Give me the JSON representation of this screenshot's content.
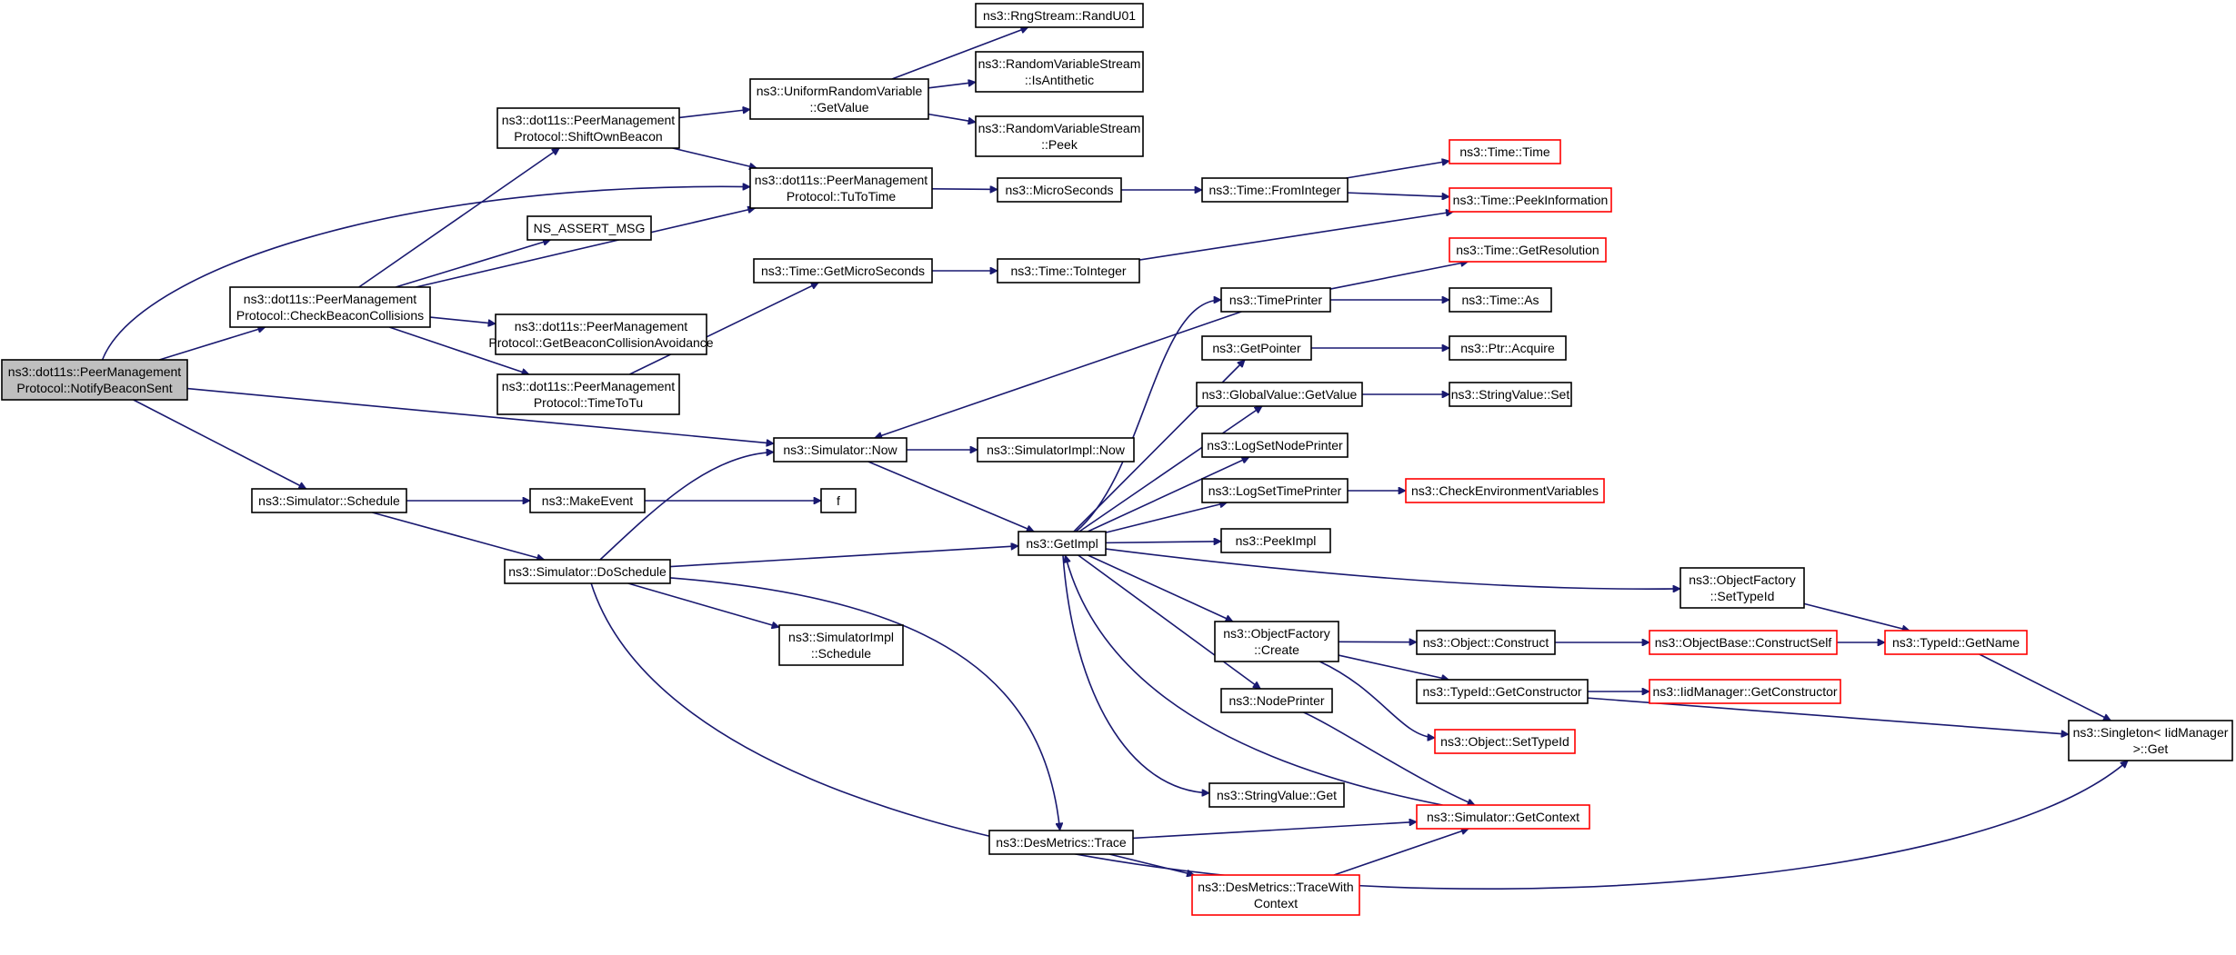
{
  "colors": {
    "edge": "#191970",
    "node_border": "#000000",
    "truncated_border": "#ff0000",
    "root_fill": "#bfbfbf"
  },
  "nodes": [
    {
      "id": "n_root",
      "lines": [
        "ns3::dot11s::PeerManagement",
        "Protocol::NotifyBeaconSent"
      ],
      "root": true
    },
    {
      "id": "n_check",
      "lines": [
        "ns3::dot11s::PeerManagement",
        "Protocol::CheckBeaconCollisions"
      ]
    },
    {
      "id": "n_shift",
      "lines": [
        "ns3::dot11s::PeerManagement",
        "Protocol::ShiftOwnBeacon"
      ]
    },
    {
      "id": "n_assert",
      "lines": [
        "NS_ASSERT_MSG"
      ]
    },
    {
      "id": "n_getbca",
      "lines": [
        "ns3::dot11s::PeerManagement",
        "Protocol::GetBeaconCollisionAvoidance"
      ]
    },
    {
      "id": "n_timetotu",
      "lines": [
        "ns3::dot11s::PeerManagement",
        "Protocol::TimeToTu"
      ]
    },
    {
      "id": "n_urv",
      "lines": [
        "ns3::UniformRandomVariable",
        "::GetValue"
      ]
    },
    {
      "id": "n_tutotime",
      "lines": [
        "ns3::dot11s::PeerManagement",
        "Protocol::TuToTime"
      ]
    },
    {
      "id": "n_randu01",
      "lines": [
        "ns3::RngStream::RandU01"
      ]
    },
    {
      "id": "n_isanti",
      "lines": [
        "ns3::RandomVariableStream",
        "::IsAntithetic"
      ]
    },
    {
      "id": "n_peek",
      "lines": [
        "ns3::RandomVariableStream",
        "::Peek"
      ]
    },
    {
      "id": "n_micro",
      "lines": [
        "ns3::MicroSeconds"
      ]
    },
    {
      "id": "n_frominteger",
      "lines": [
        "ns3::Time::FromInteger"
      ]
    },
    {
      "id": "n_timetime",
      "lines": [
        "ns3::Time::Time"
      ],
      "red": true
    },
    {
      "id": "n_peekinfo",
      "lines": [
        "ns3::Time::PeekInformation"
      ],
      "red": true
    },
    {
      "id": "n_getmicro",
      "lines": [
        "ns3::Time::GetMicroSeconds"
      ]
    },
    {
      "id": "n_tointeger",
      "lines": [
        "ns3::Time::ToInteger"
      ]
    },
    {
      "id": "n_getres",
      "lines": [
        "ns3::Time::GetResolution"
      ],
      "red": true
    },
    {
      "id": "n_timeprinter",
      "lines": [
        "ns3::TimePrinter"
      ]
    },
    {
      "id": "n_timeas",
      "lines": [
        "ns3::Time::As"
      ]
    },
    {
      "id": "n_getpointer",
      "lines": [
        "ns3::GetPointer"
      ]
    },
    {
      "id": "n_acquire",
      "lines": [
        "ns3::Ptr::Acquire"
      ]
    },
    {
      "id": "n_gvgetvalue",
      "lines": [
        "ns3::GlobalValue::GetValue"
      ]
    },
    {
      "id": "n_svset",
      "lines": [
        "ns3::StringValue::Set"
      ]
    },
    {
      "id": "n_lsnp",
      "lines": [
        "ns3::LogSetNodePrinter"
      ]
    },
    {
      "id": "n_lstp",
      "lines": [
        "ns3::LogSetTimePrinter"
      ]
    },
    {
      "id": "n_checkenv",
      "lines": [
        "ns3::CheckEnvironmentVariables"
      ],
      "red": true
    },
    {
      "id": "n_peekimpl",
      "lines": [
        "ns3::PeekImpl"
      ]
    },
    {
      "id": "n_now",
      "lines": [
        "ns3::Simulator::Now"
      ]
    },
    {
      "id": "n_implnow",
      "lines": [
        "ns3::SimulatorImpl::Now"
      ]
    },
    {
      "id": "n_schedule",
      "lines": [
        "ns3::Simulator::Schedule"
      ]
    },
    {
      "id": "n_makeevent",
      "lines": [
        "ns3::MakeEvent"
      ]
    },
    {
      "id": "n_f",
      "lines": [
        "f"
      ]
    },
    {
      "id": "n_getimpl",
      "lines": [
        "ns3::GetImpl"
      ]
    },
    {
      "id": "n_doschedule",
      "lines": [
        "ns3::Simulator::DoSchedule"
      ]
    },
    {
      "id": "n_implschedule",
      "lines": [
        "ns3::SimulatorImpl",
        "::Schedule"
      ]
    },
    {
      "id": "n_ofsettypeid",
      "lines": [
        "ns3::ObjectFactory",
        "::SetTypeId"
      ]
    },
    {
      "id": "n_ofcreate",
      "lines": [
        "ns3::ObjectFactory",
        "::Create"
      ]
    },
    {
      "id": "n_objconstruct",
      "lines": [
        "ns3::Object::Construct"
      ]
    },
    {
      "id": "n_constructself",
      "lines": [
        "ns3::ObjectBase::ConstructSelf"
      ],
      "red": true
    },
    {
      "id": "n_typeidgetname",
      "lines": [
        "ns3::TypeId::GetName"
      ],
      "red": true
    },
    {
      "id": "n_getconstructor",
      "lines": [
        "ns3::TypeId::GetConstructor"
      ]
    },
    {
      "id": "n_iidgetconstructor",
      "lines": [
        "ns3::IidManager::GetConstructor"
      ],
      "red": true
    },
    {
      "id": "n_nodeprinter",
      "lines": [
        "ns3::NodePrinter"
      ]
    },
    {
      "id": "n_objsettypeid",
      "lines": [
        "ns3::Object::SetTypeId"
      ],
      "red": true
    },
    {
      "id": "n_singleton",
      "lines": [
        "ns3::Singleton< IidManager",
        ">::Get"
      ]
    },
    {
      "id": "n_svget",
      "lines": [
        "ns3::StringValue::Get"
      ]
    },
    {
      "id": "n_desmetrics",
      "lines": [
        "ns3::DesMetrics::Trace"
      ]
    },
    {
      "id": "n_getcontext",
      "lines": [
        "ns3::Simulator::GetContext"
      ],
      "red": true
    },
    {
      "id": "n_tracewith",
      "lines": [
        "ns3::DesMetrics::TraceWith",
        "Context"
      ],
      "red": true
    }
  ]
}
